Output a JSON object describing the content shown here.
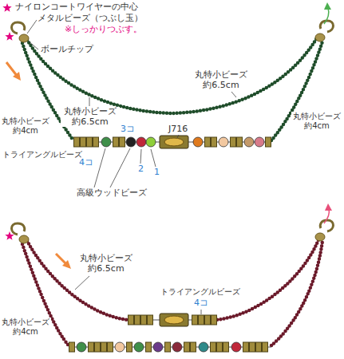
{
  "diagram": {
    "labels": [
      "ナイロンコートワイヤーの中心",
      "メタルビーズ（つぶし玉）",
      "※しっかりつぶす。",
      "ボールチップ",
      "丸特小ビーズ 約6.5cm",
      "J716",
      "丸特小ビーズ 約6.5cm",
      "丸特小ビーズ 約4cm",
      "丸特小ビーズ 約4cm",
      "3コ",
      "トライアングルビーズ",
      "4コ",
      "2",
      "1",
      "高級ウッドビーズ",
      "丸特小ビーズ 約6.5cm",
      "トライアングルビーズ",
      "4コ",
      "丸特小ビーズ 約4cm"
    ]
  }
}
